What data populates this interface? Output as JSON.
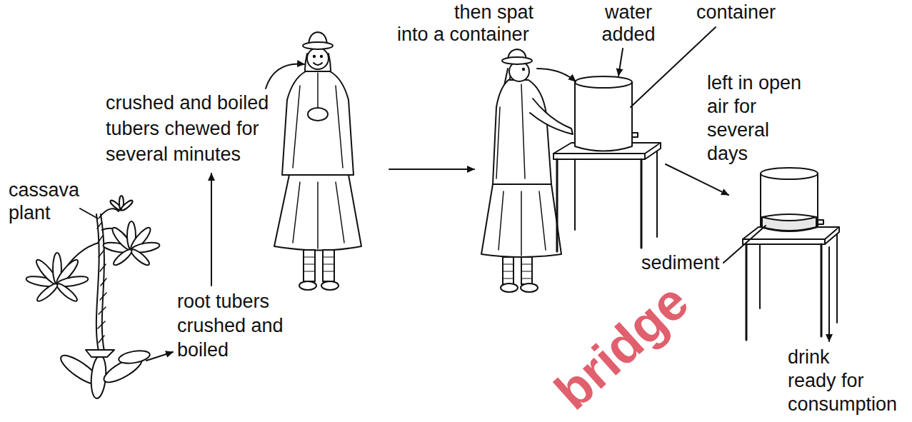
{
  "diagram": {
    "labels": [
      "then spat into a container",
      "water added",
      "container",
      "crushed and boiled tubers chewed for several minutes",
      "left in open air for several days",
      "cassava plant",
      "sediment",
      "root tubers crushed and boiled",
      "drink ready for consumption",
      "bridge"
    ]
  }
}
